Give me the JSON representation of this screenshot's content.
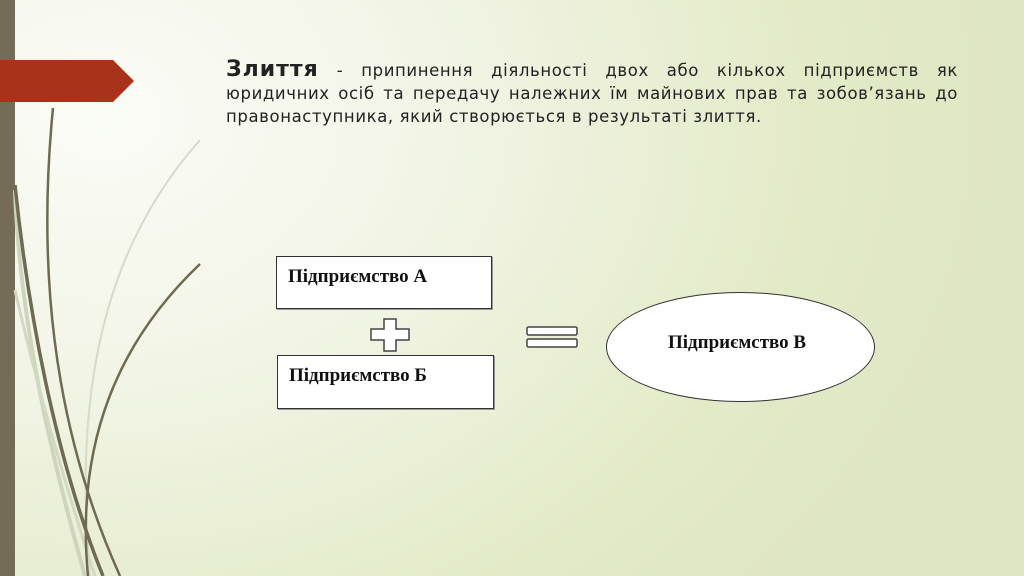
{
  "slide": {
    "definition": {
      "term": "Злиття",
      "separator": " - ",
      "text": "припинення діяльності двох або кількох підприємств як юридичних осіб та передачу належних їм майнових прав та зобов’язань до правонаступника, який створюється в результаті злиття."
    },
    "diagram": {
      "box_a": "Підприємство А",
      "box_b": "Підприємство Б",
      "result": "Підприємство В",
      "operator_plus": "plus-icon",
      "operator_equals": "equals-icon"
    },
    "colors": {
      "accent_arrow": "#a8321a",
      "left_bar": "#746c55",
      "background_light": "#fbfcf7",
      "background_dark": "#dfe6c3",
      "swirl": "#6f6a52"
    }
  }
}
